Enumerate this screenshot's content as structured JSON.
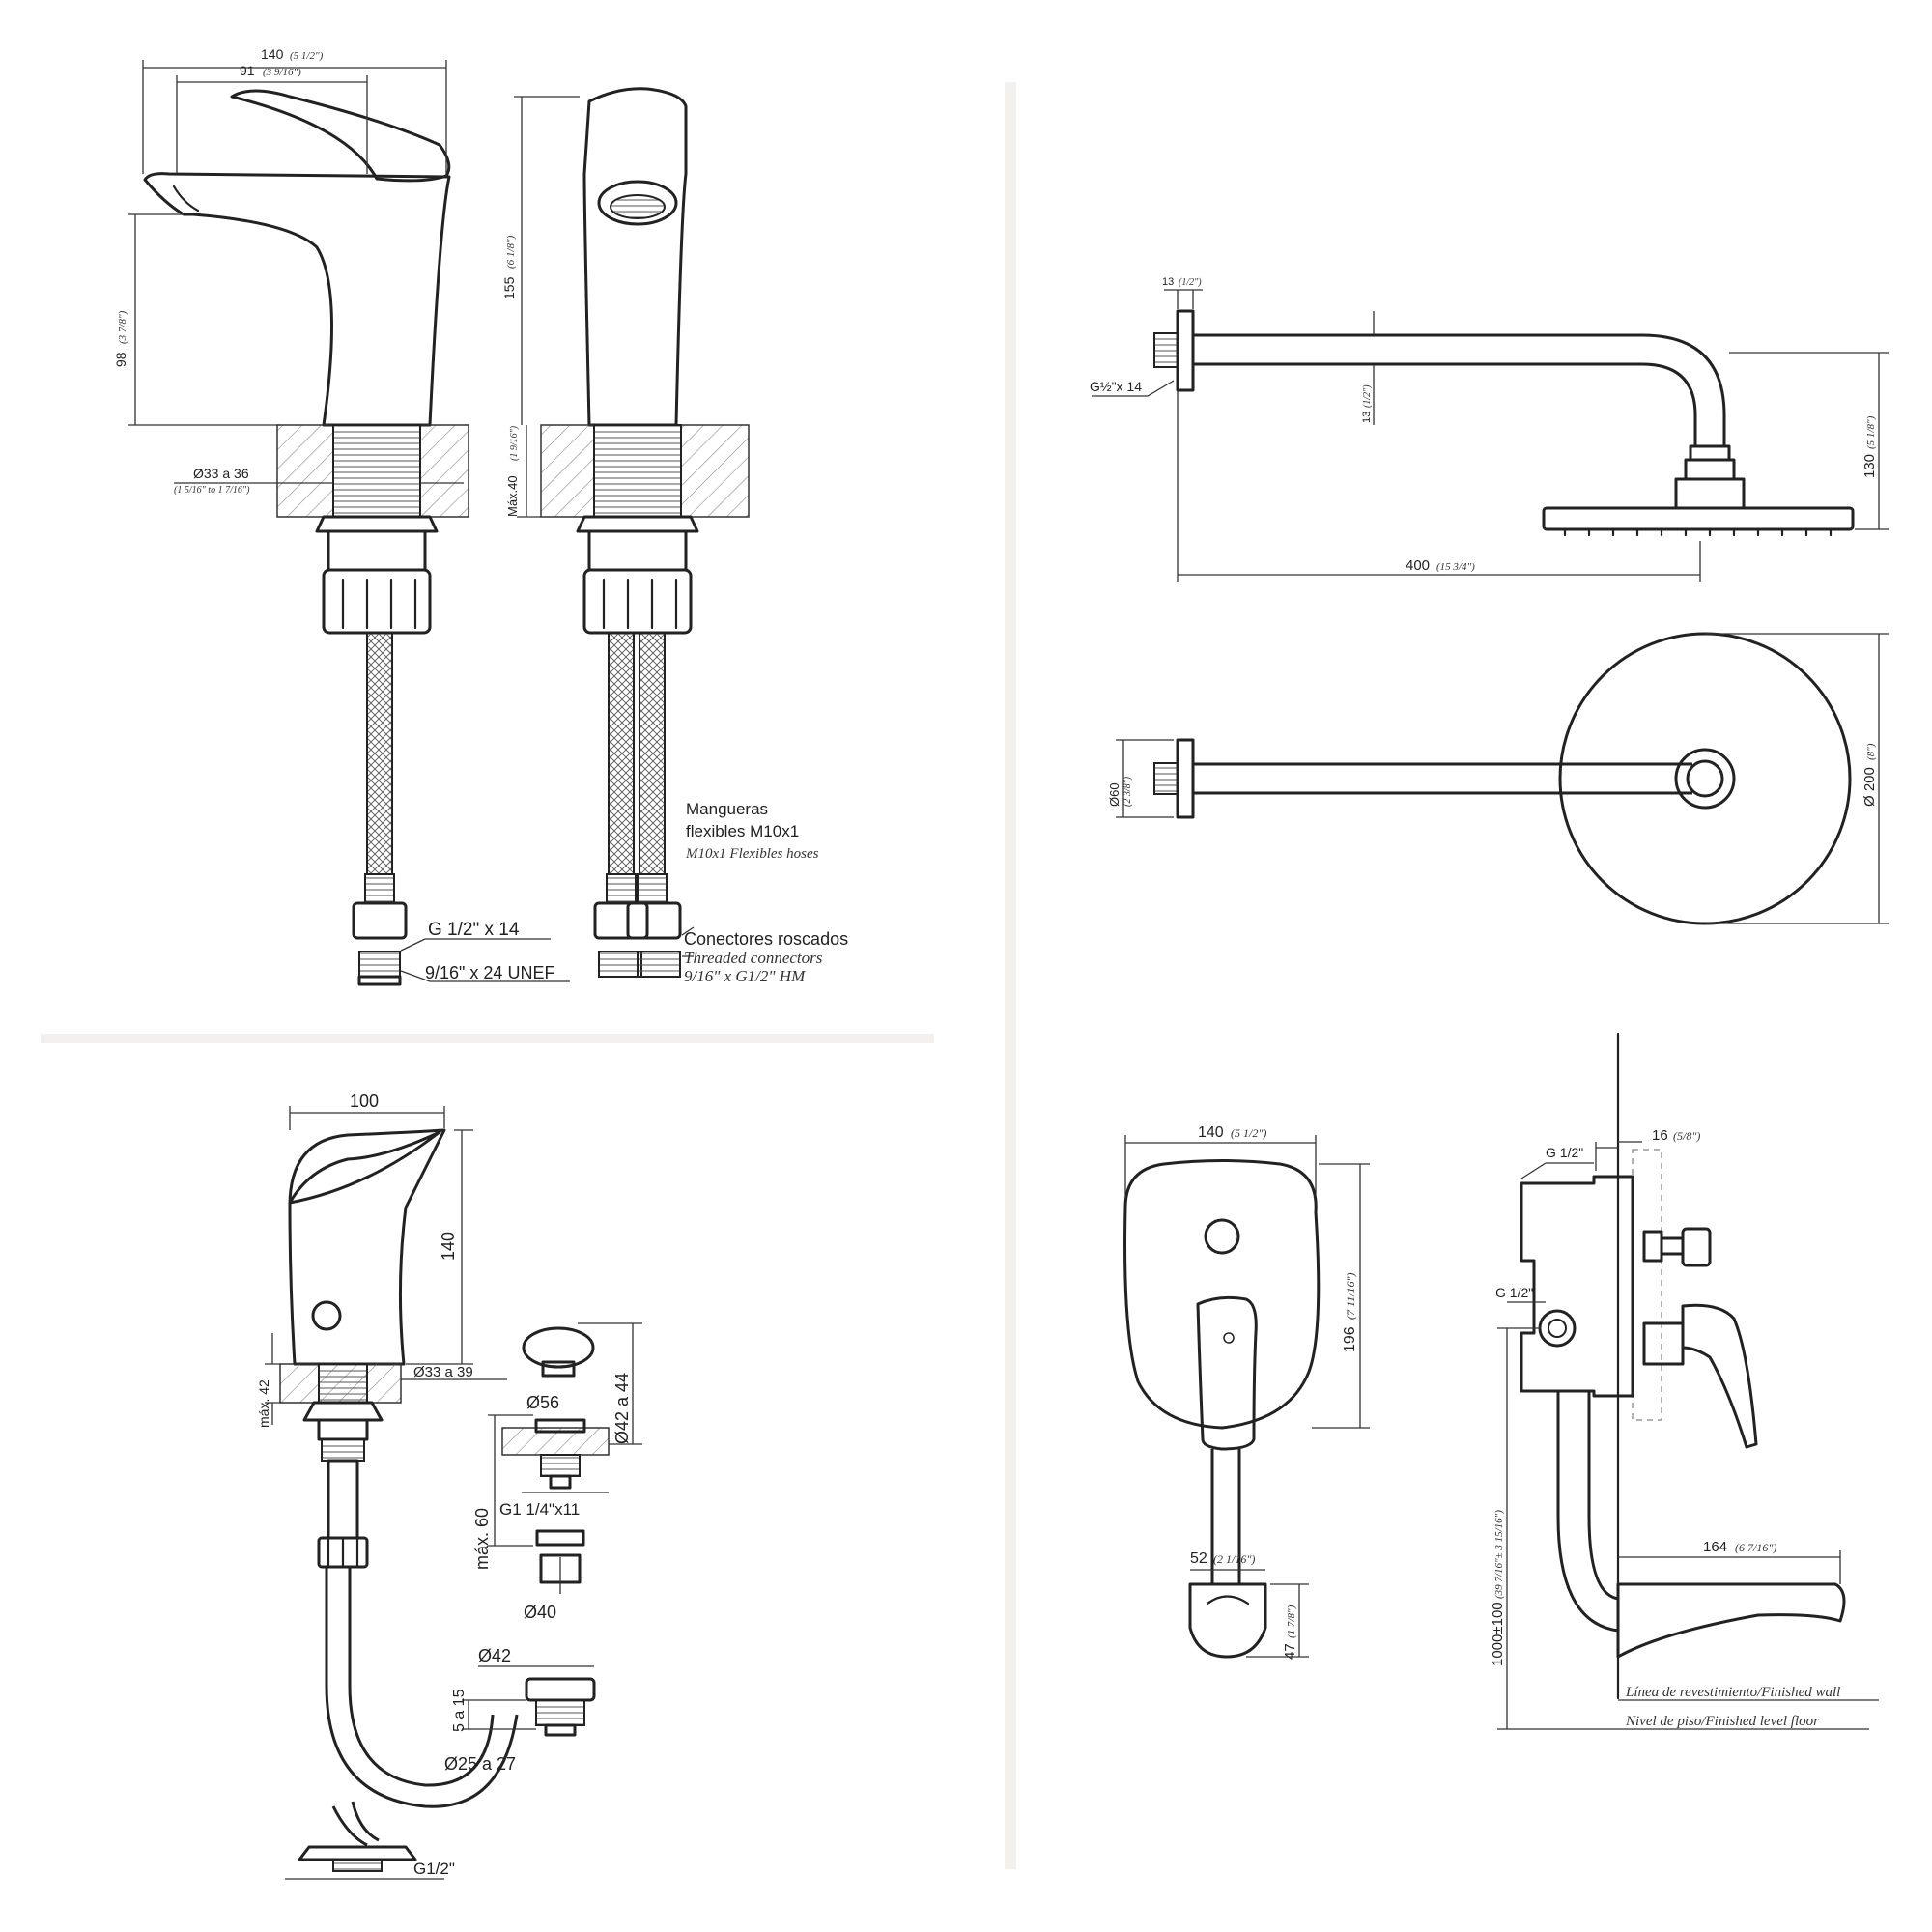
{
  "faucet": {
    "d_width": "140",
    "d_width_in": "(5 1/2\")",
    "d_reach": "91",
    "d_reach_in": "(3 9/16\")",
    "d_height": "98",
    "d_height_in": "(3 7/8\")",
    "d_total": "155",
    "d_total_in": "(6 1/8\")",
    "d_max": "Máx.40",
    "d_max_in": "(1 9/16\")",
    "d_hole": "Ø33 a 36",
    "d_hole_in": "(1 5/16\" to 1 7/16\")",
    "hose_es_1": "Mangueras",
    "hose_es_2": "flexibles M10x1",
    "hose_en": "M10x1 Flexibles hoses",
    "g_thread": "G 1/2\" x 14",
    "unef": "9/16\" x 24 UNEF",
    "conn_es": "Conectores roscados",
    "conn_en": "Threaded connectors",
    "conn_spec": "9/16\" x G1/2\"  HM"
  },
  "shower": {
    "d_13a": "13",
    "d_13a_in": "(1/2\")",
    "d_g": "G½\"x 14",
    "d_13b": "13",
    "d_13b_in": "(1/2\")",
    "d_130": "130",
    "d_130_in": "(5 1/8\")",
    "d_400": "400",
    "d_400_in": "(15 3/4\")",
    "d_60": "Ø60",
    "d_60_in": "(2 3/8\")",
    "d_200": "Ø 200",
    "d_200_in": "(8\")"
  },
  "bidet": {
    "d_100": "100",
    "d_140": "140",
    "d_max42": "máx. 42",
    "d_hole": "Ø33 a 39",
    "d_56": "Ø56",
    "d_42a44": "Ø42 a 44",
    "d_max60": "máx. 60",
    "d_g114": "G1 1/4\"x11",
    "d_40": "Ø40",
    "d_42": "Ø42",
    "d_5a15": "5 a 15",
    "d_25a27": "Ø25 a 27",
    "d_g12": "G1/2\""
  },
  "tub": {
    "d_140": "140",
    "d_140_in": "(5 1/2\")",
    "d_196": "196",
    "d_196_in": "(7 11/16\")",
    "d_52": "52",
    "d_52_in": "(2 1/16\")",
    "d_47": "47",
    "d_47_in": "(1 7/8\")",
    "d_16": "16",
    "d_16_in": "(5/8\")",
    "d_g1": "G 1/2\"",
    "d_g2": "G 1/2\"",
    "d_1000": "1000±100",
    "d_1000_in": "(39 7/16\"± 3 15/16\")",
    "d_164": "164",
    "d_164_in": "(6 7/16\")",
    "wall_es": "Línea de revestimiento/",
    "wall_en": "Finished wall",
    "floor_es": "Nivel de piso/",
    "floor_en": "Finished level floor"
  }
}
